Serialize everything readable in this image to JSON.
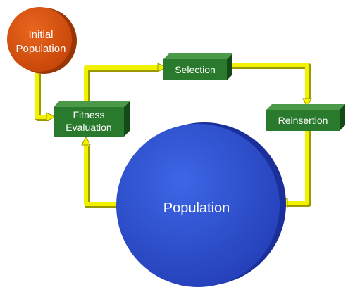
{
  "diagram": {
    "nodes": {
      "initial_population": {
        "line1": "Initial",
        "line2": "Population"
      },
      "selection": {
        "label": "Selection"
      },
      "fitness_evaluation": {
        "line1": "Fitness",
        "line2": "Evaluation"
      },
      "reinsertion": {
        "label": "Reinsertion"
      },
      "population": {
        "label": "Population"
      }
    },
    "colors": {
      "initial_population": "#d8520e",
      "box_green": "#2a7a2e",
      "population": "#2e52d6",
      "arrow": "#f2f200"
    }
  }
}
